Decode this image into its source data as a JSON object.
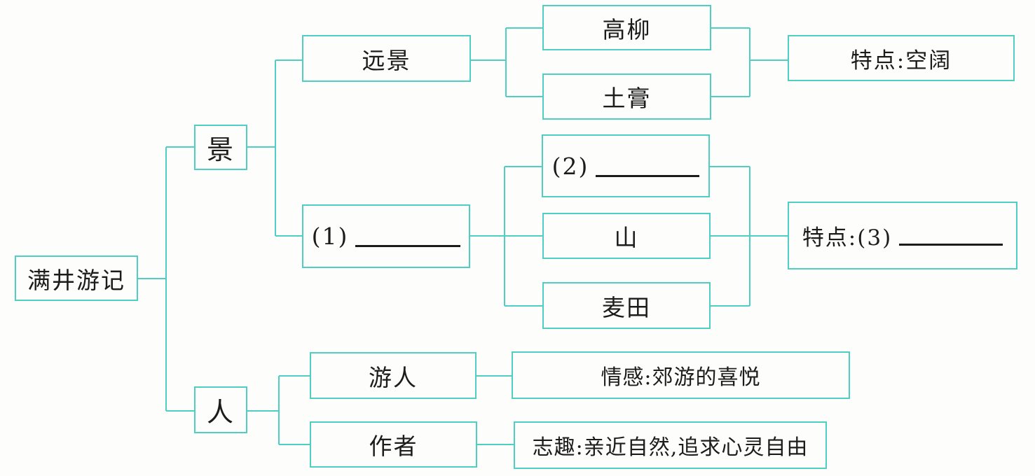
{
  "diagram": {
    "title_node": "满井游记",
    "colors": {
      "line": "#4fcfc2",
      "text": "#1c1c1c",
      "background": "#fdfdfb"
    },
    "nodes": {
      "root": {
        "label": "满井游记"
      },
      "jing": {
        "label": "景"
      },
      "ren": {
        "label": "人"
      },
      "yuanjing": {
        "label": "远景"
      },
      "blank1": {
        "prefix": "(1)"
      },
      "gaoliu": {
        "label": "高柳"
      },
      "tugao": {
        "label": "土膏"
      },
      "blank2": {
        "prefix": "(2)"
      },
      "shan": {
        "label": "山"
      },
      "maitian": {
        "label": "麦田"
      },
      "tedian_kongkuo": {
        "label": "特点:空阔"
      },
      "tedian3": {
        "prefix": "特点:(3)"
      },
      "youren": {
        "label": "游人"
      },
      "zuozhe": {
        "label": "作者"
      },
      "qinggan": {
        "label": "情感:郊游的喜悦"
      },
      "zhiqu": {
        "label": "志趣:亲近自然,追求心灵自由"
      }
    }
  }
}
